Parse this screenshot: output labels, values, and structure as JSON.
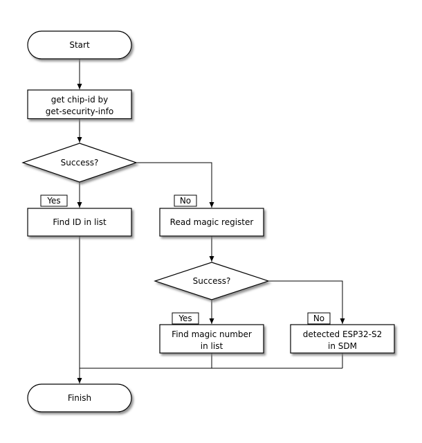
{
  "flowchart": {
    "nodes": {
      "start": {
        "label": "Start",
        "shape": "terminator"
      },
      "get_chip_id": {
        "line1": "get chip-id by",
        "line2": "get-security-info",
        "shape": "process"
      },
      "decision_1": {
        "label": "Success?",
        "shape": "decision"
      },
      "branch_yes_1": {
        "label": "Yes"
      },
      "branch_no_1": {
        "label": "No"
      },
      "find_id": {
        "label": "Find ID in list",
        "shape": "process"
      },
      "read_magic": {
        "label": "Read magic register",
        "shape": "process"
      },
      "decision_2": {
        "label": "Success?",
        "shape": "decision"
      },
      "branch_yes_2": {
        "label": "Yes"
      },
      "branch_no_2": {
        "label": "No"
      },
      "find_magic": {
        "line1": "Find magic number",
        "line2": "in list",
        "shape": "process"
      },
      "detected_sdm": {
        "line1": "detected ESP32-S2",
        "line2": "in SDM",
        "shape": "process"
      },
      "finish": {
        "label": "Finish",
        "shape": "terminator"
      }
    },
    "colors": {
      "background": "#ffffff",
      "node_fill": "#ffffff",
      "stroke": "#000000",
      "text": "#000000",
      "shadow": "#888888"
    }
  }
}
